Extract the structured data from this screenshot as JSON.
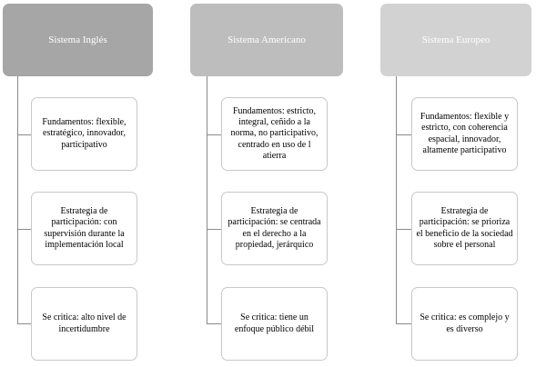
{
  "colors": {
    "header_ingles": "#a6a6a6",
    "header_americano": "#bdbdbd",
    "header_europeo": "#d2d2d2",
    "connector": "#8a8a8a",
    "card_border": "#c8c8c8"
  },
  "columns": [
    {
      "title": "Sistema Inglés",
      "items": [
        "Fundamentos: flexible, estratégico, innovador, participativo",
        "Estrategia de participación: con supervisión durante la implementación local",
        "Se critica: alto nivel de incertidumbre"
      ]
    },
    {
      "title": "Sistema Americano",
      "items": [
        "Fundamentos: estricto, integral, ceñido a la norma, no participativo, centrado en uso de l atierra",
        "Estrategia de participación: se centrada en el derecho a la propiedad, jerárquico",
        "Se critica: tiene un enfoque público débil"
      ]
    },
    {
      "title": "Sistema Europeo",
      "items": [
        "Fundamentos: flexible y estricto, con coherencia espacial, innovador, altamente participativo",
        "Estrategia de participación: se prioriza el beneficio de la sociedad sobre el personal",
        "Se critica: es complejo y es diverso"
      ]
    }
  ]
}
